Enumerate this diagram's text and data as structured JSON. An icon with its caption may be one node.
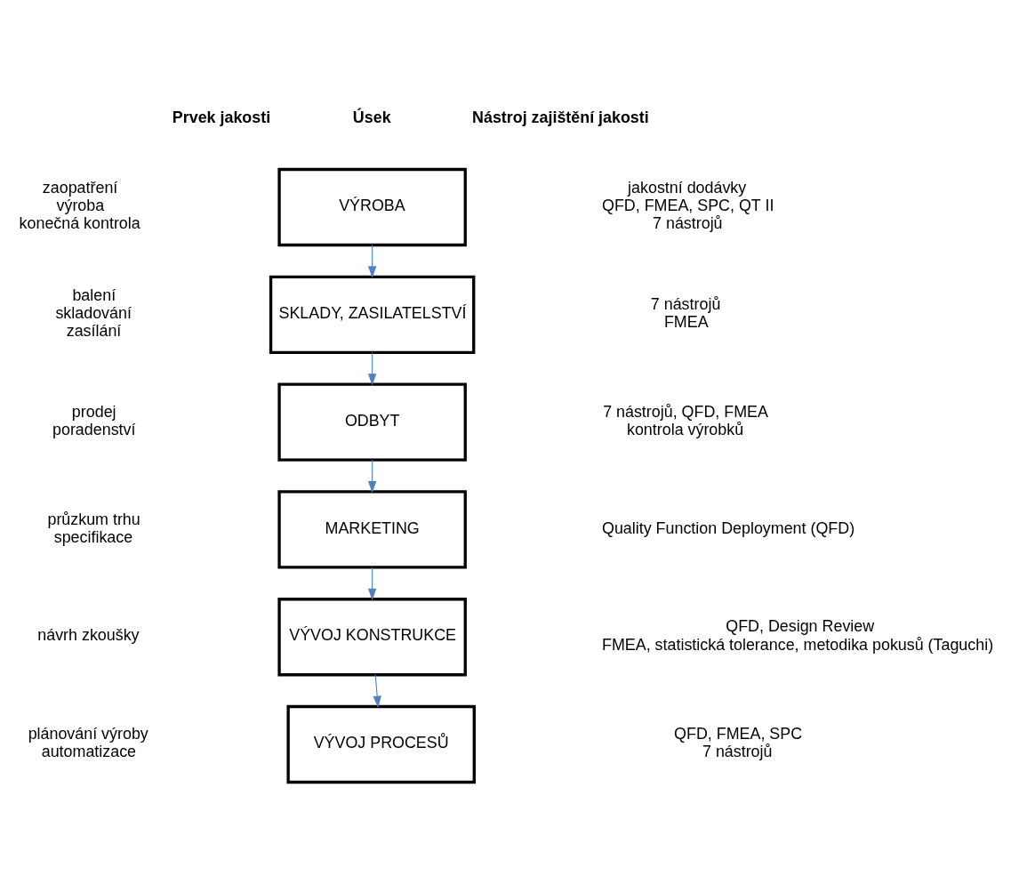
{
  "diagram": {
    "nodes": [
      {
        "text": [
          "VÝROBA"
        ]
      },
      {
        "text": [
          "SKLADY, ZASILATELSTVÍ"
        ]
      },
      {
        "text": [
          "ODBYT"
        ]
      },
      {
        "text": [
          "MARKETING"
        ]
      },
      {
        "text": [
          "VÝVOJ KONSTRUKCE"
        ]
      },
      {
        "text": [
          "VÝVOJ PROCESŮ"
        ]
      }
    ],
    "edges": [
      {
        "from": 0,
        "to": 1,
        "arrow": "to"
      },
      {
        "from": 1,
        "to": 2,
        "arrow": "to"
      },
      {
        "from": 2,
        "to": 3,
        "arrow": "to"
      },
      {
        "from": 3,
        "to": 4,
        "arrow": "to"
      },
      {
        "from": 4,
        "to": 5,
        "arrow": "to"
      }
    ],
    "labels": [
      "Prvek jakosti",
      "Úsek",
      "Nástroj zajištění jakosti",
      "zaopatření",
      "výroba",
      "konečná kontrola",
      "jakostní dodávky",
      "QFD, FMEA, SPC, QT II",
      "7 nástrojů",
      "balení",
      "skladování",
      "zasílání",
      "7 nástrojů",
      "FMEA",
      "prodej",
      "poradenství",
      "7 nástrojů, QFD, FMEA",
      "kontrola výrobků",
      "průzkum trhu",
      "specifikace",
      "Quality Function Deployment (QFD)",
      "návrh zkoušky",
      "QFD, Design Review",
      "FMEA, statistická tolerance, metodika pokusů (Taguchi)",
      "plánování výroby",
      "automatizace",
      "QFD, FMEA, SPC",
      "7 nástrojů"
    ]
  }
}
